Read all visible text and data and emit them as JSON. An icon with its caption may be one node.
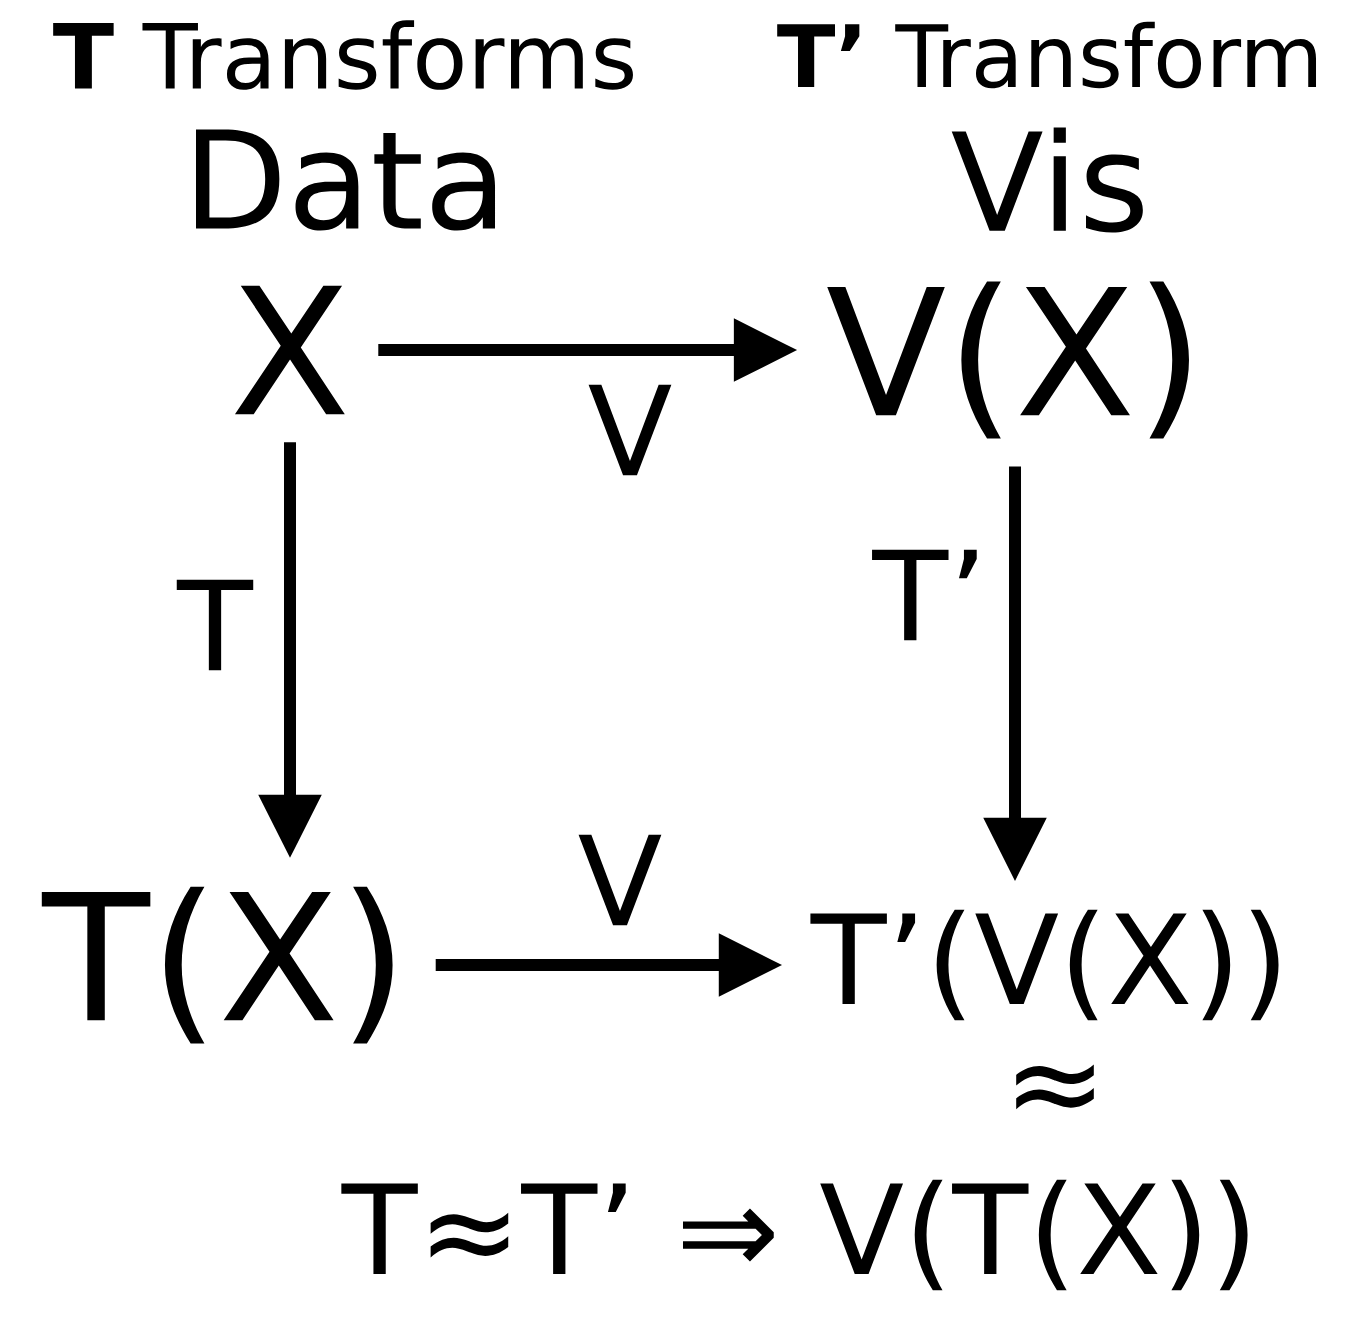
{
  "diagram": {
    "nodes": [
      {
        "text": [
          "X"
        ]
      },
      {
        "text": [
          "V(X)"
        ]
      },
      {
        "text": [
          "T(X)"
        ]
      },
      {
        "text": [
          "T’(V(X))"
        ]
      }
    ],
    "edges": [
      {
        "from": 0,
        "to": 1,
        "arrow": "to",
        "label": "V"
      },
      {
        "from": 0,
        "to": 2,
        "arrow": "to",
        "label": "T"
      },
      {
        "from": 1,
        "to": 3,
        "arrow": "to",
        "label": "T’"
      },
      {
        "from": 2,
        "to": 3,
        "arrow": "to",
        "label": "V"
      }
    ],
    "labels": [
      "**T** Transforms",
      "**T’** Transform",
      "Data",
      "Vis",
      "≈",
      "T≈T’ ⇒ V(T(X))"
    ]
  }
}
